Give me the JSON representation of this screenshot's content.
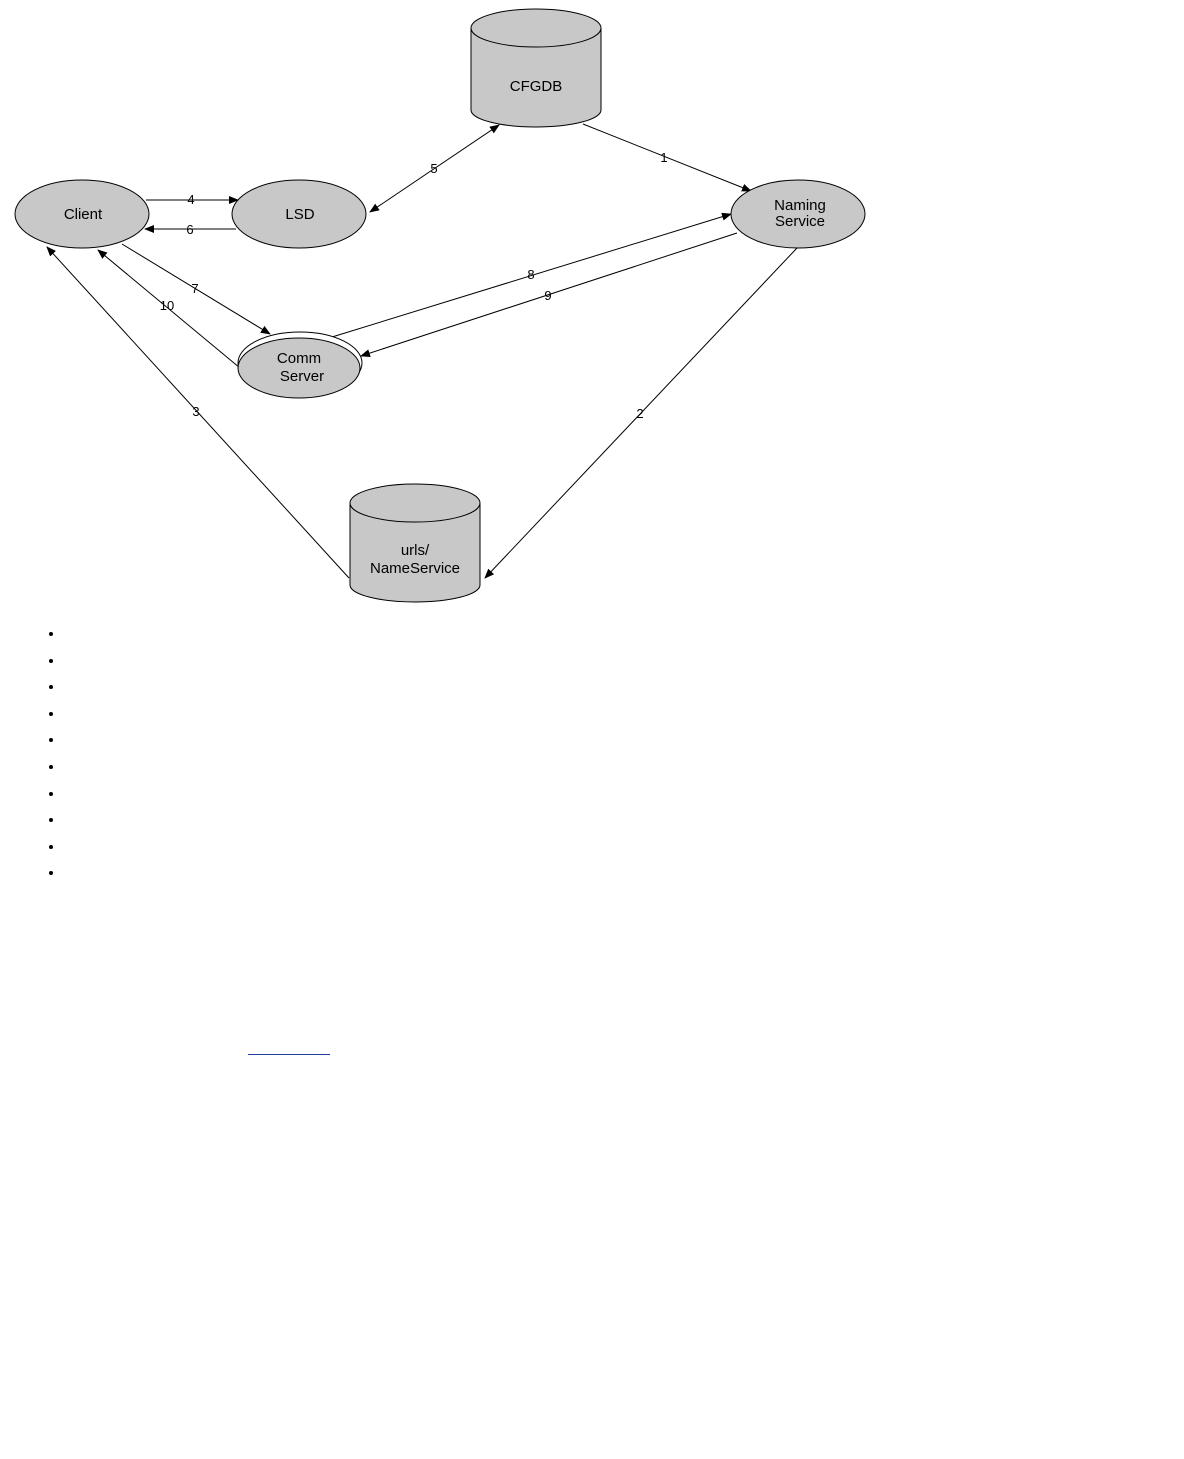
{
  "diagram": {
    "nodes": {
      "cfgdb": "CFGDB",
      "client": "Client",
      "lsd": "LSD",
      "naming_service_line1": "Naming",
      "naming_service_line2": "Service",
      "comm_server_line1": "Comm",
      "comm_server_line2": "Server",
      "urls_nameservice_line1": "urls/",
      "urls_nameservice_line2": "NameService"
    },
    "edges": {
      "e1": "1",
      "e2": "2",
      "e3": "3",
      "e4": "4",
      "e5": "5",
      "e6": "6",
      "e7": "7",
      "e8": "8",
      "e9": "9",
      "e10": "10"
    },
    "colors": {
      "node_fill": "#c8c8c8",
      "stroke": "#000000"
    }
  },
  "bullets": [
    "",
    "",
    "",
    "",
    "",
    "",
    "",
    "",
    "",
    ""
  ],
  "footer": {
    "link_text": ""
  }
}
